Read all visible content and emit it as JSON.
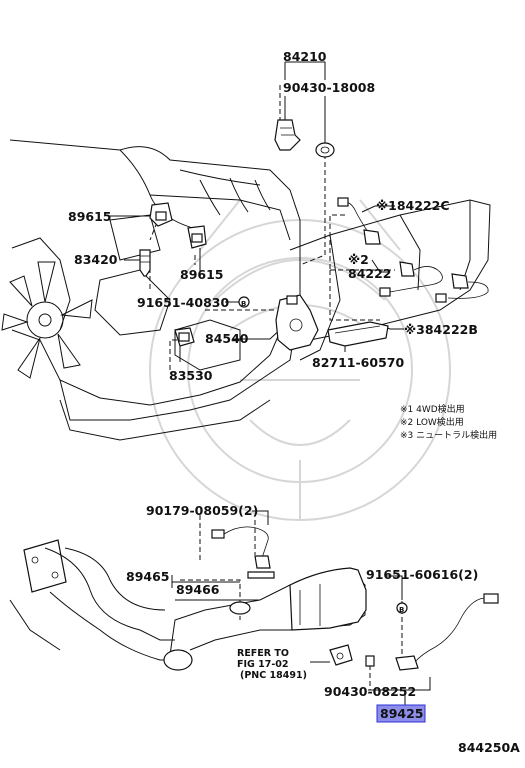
{
  "labels": {
    "p84210": "84210",
    "p90430_18008": "90430-18008",
    "p84222c": "※184222C",
    "p84222_mark": "※2",
    "p84222": "84222",
    "p84222b": "※384222B",
    "p89615_a": "89615",
    "p89615_b": "89615",
    "p83420": "83420",
    "p91651_40830": "91651-40830",
    "p84540": "84540",
    "p83530": "83530",
    "p82711_60570": "82711-60570",
    "p90179_08059": "90179-08059(2)",
    "p89465": "89465",
    "p89466": "89466",
    "p91651_60616": "91651-60616(2)",
    "p90430_08252": "90430-08252",
    "p89425": "89425",
    "refer_line1": "REFER TO",
    "refer_line2": "FIG 17-02",
    "refer_line3": "(PNC 18491)",
    "footer_code": "844250A"
  },
  "notes": [
    "※1 4WD検出用",
    "※2 LOW検出用",
    "※3 ニュートラル検出用"
  ],
  "badge_letter": "B",
  "colors": {
    "highlight": "#2f2fd8",
    "ink": "#111111",
    "watermark": "#d6d6d6"
  }
}
